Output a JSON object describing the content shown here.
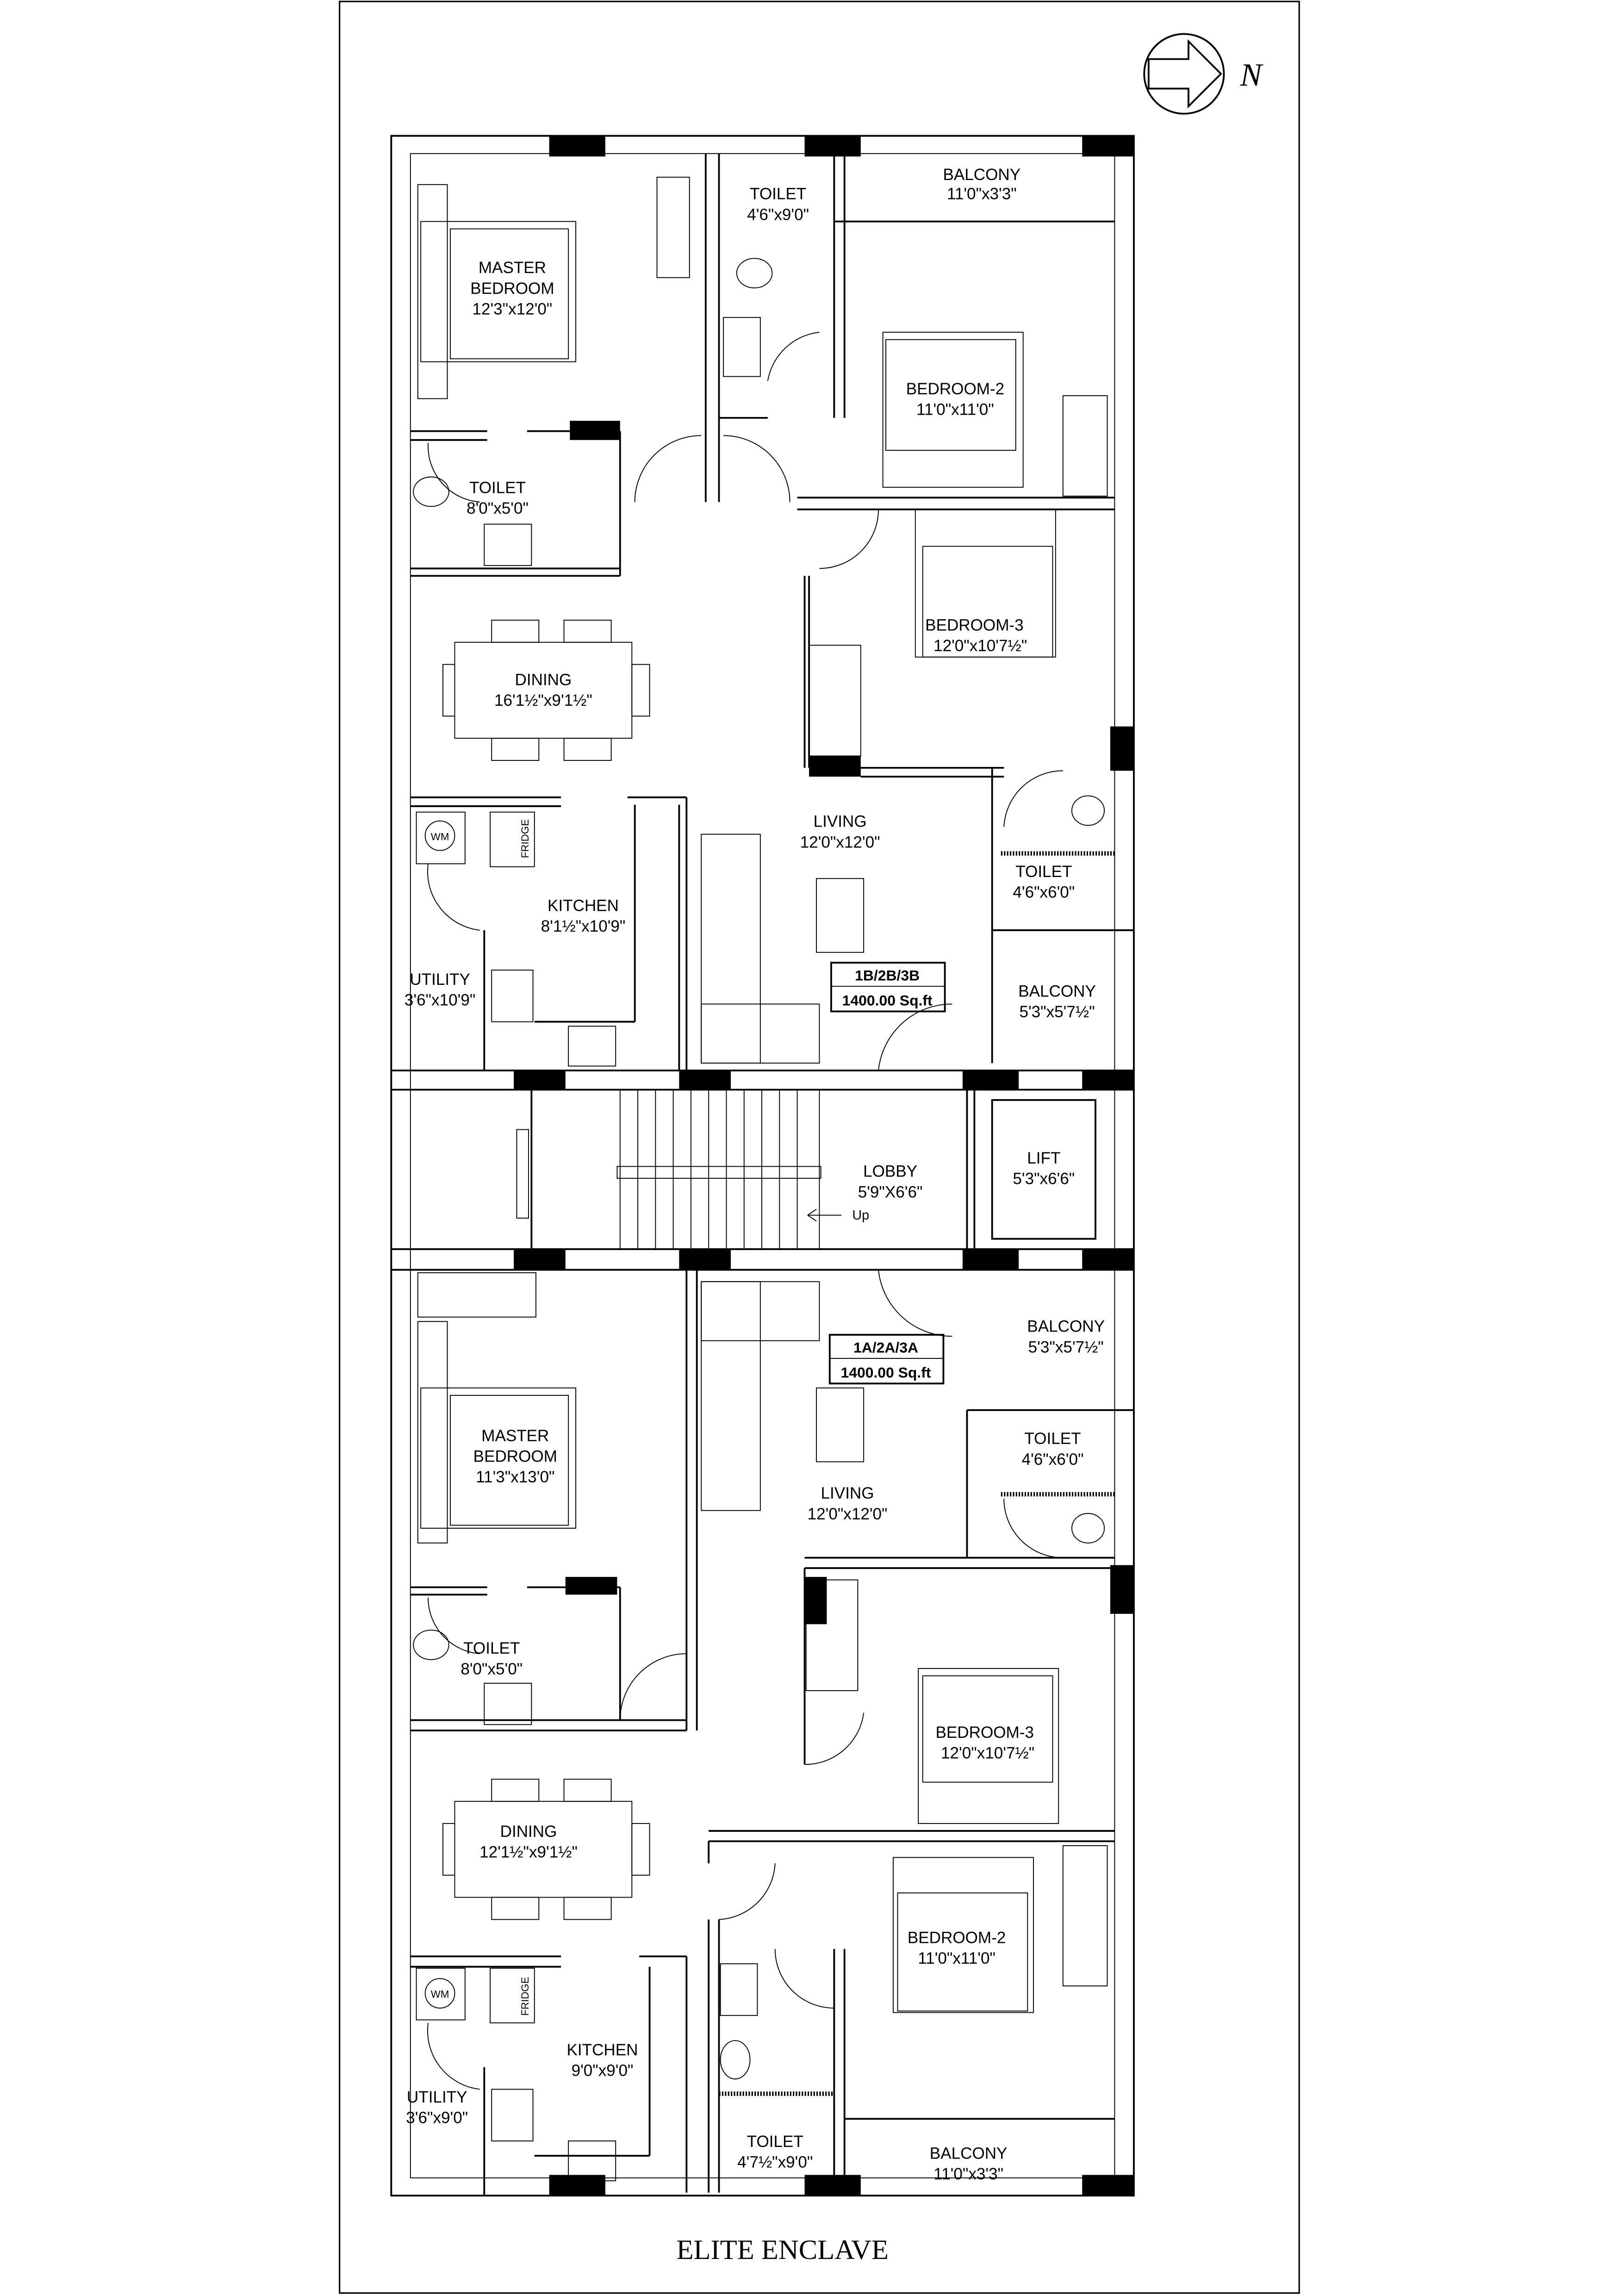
{
  "title": "ELITE ENCLAVE",
  "north_label": "N",
  "unit_top": {
    "code": "1B/2B/3B",
    "area": "1400.00 Sq.ft",
    "rooms": {
      "master_bedroom": {
        "name1": "MASTER",
        "name2": "BEDROOM",
        "size": "12'3\"x12'0\""
      },
      "toilet_a": {
        "name": "TOILET",
        "size": "4'6\"x9'0\""
      },
      "balcony_a": {
        "name": "BALCONY",
        "size": "11'0\"x3'3\""
      },
      "bedroom2": {
        "name": "BEDROOM-2",
        "size": "11'0\"x11'0\""
      },
      "toilet_master": {
        "name": "TOILET",
        "size": "8'0\"x5'0\""
      },
      "bedroom3": {
        "name": "BEDROOM-3",
        "size": "12'0\"x10'7½\""
      },
      "dining": {
        "name": "DINING",
        "size": "16'1½\"x9'1½\""
      },
      "living": {
        "name": "LIVING",
        "size": "12'0\"x12'0\""
      },
      "kitchen": {
        "name": "KITCHEN",
        "size": "8'1½\"x10'9\""
      },
      "utility": {
        "name": "UTILITY",
        "size": "3'6\"x10'9\""
      },
      "toilet_b": {
        "name": "TOILET",
        "size": "4'6\"x6'0\""
      },
      "balcony_b": {
        "name": "BALCONY",
        "size": "5'3\"x5'7½\""
      }
    }
  },
  "core": {
    "lobby": {
      "name": "LOBBY",
      "size": "5'9\"X6'6\""
    },
    "lift": {
      "name": "LIFT",
      "size": "5'3\"x6'6\""
    },
    "stair_label": "Up"
  },
  "unit_bottom": {
    "code": "1A/2A/3A",
    "area": "1400.00 Sq.ft",
    "rooms": {
      "balcony_b": {
        "name": "BALCONY",
        "size": "5'3\"x5'7½\""
      },
      "master_bedroom": {
        "name1": "MASTER",
        "name2": "BEDROOM",
        "size": "11'3\"x13'0\""
      },
      "toilet_b": {
        "name": "TOILET",
        "size": "4'6\"x6'0\""
      },
      "living": {
        "name": "LIVING",
        "size": "12'0\"x12'0\""
      },
      "toilet_master": {
        "name": "TOILET",
        "size": "8'0\"x5'0\""
      },
      "bedroom3": {
        "name": "BEDROOM-3",
        "size": "12'0\"x10'7½\""
      },
      "dining": {
        "name": "DINING",
        "size": "12'1½\"x9'1½\""
      },
      "bedroom2": {
        "name": "BEDROOM-2",
        "size": "11'0\"x11'0\""
      },
      "kitchen": {
        "name": "KITCHEN",
        "size": "9'0\"x9'0\""
      },
      "utility": {
        "name": "UTILITY",
        "size": "3'6\"x9'0\""
      },
      "toilet_a": {
        "name": "TOILET",
        "size": "4'7½\"x9'0\""
      },
      "balcony_a": {
        "name": "BALCONY",
        "size": "11'0\"x3'3\""
      }
    }
  },
  "fixtures": {
    "fridge": "FRIDGE",
    "washing_machine": "WM"
  }
}
